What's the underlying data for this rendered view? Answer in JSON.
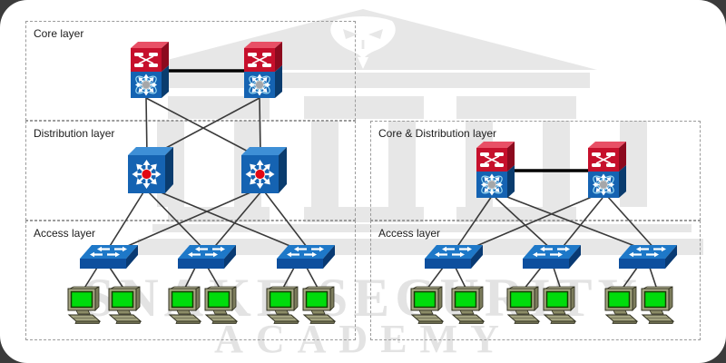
{
  "watermark": {
    "title_line1": "SNAKE SECURITY",
    "title_line2": "ACADEMY",
    "emblem": "greek-temple-with-snake-head"
  },
  "left_topology": {
    "core_label": "Core layer",
    "distribution_label": "Distribution layer",
    "access_label": "Access layer",
    "core_switch_count": 2,
    "distribution_switch_count": 2,
    "access_switch_count": 3,
    "pc_count": 6
  },
  "right_topology": {
    "core_distribution_label": "Core & Distribution layer",
    "access_label": "Access layer",
    "collapsed_core_switch_count": 2,
    "access_switch_count": 3,
    "pc_count": 6
  },
  "colors": {
    "switch_blue": "#1563b2",
    "switch_blue_dark": "#0a3c6e",
    "core_module_red": "#c6102c",
    "pc_screen_green": "#00dc0c",
    "connection_line": "#3a3a3a",
    "interconnect_black": "#000000",
    "watermark_gray": "#e7e7e7",
    "dashed_border": "#9b9b9b",
    "page_background": "#3b3b3b"
  }
}
